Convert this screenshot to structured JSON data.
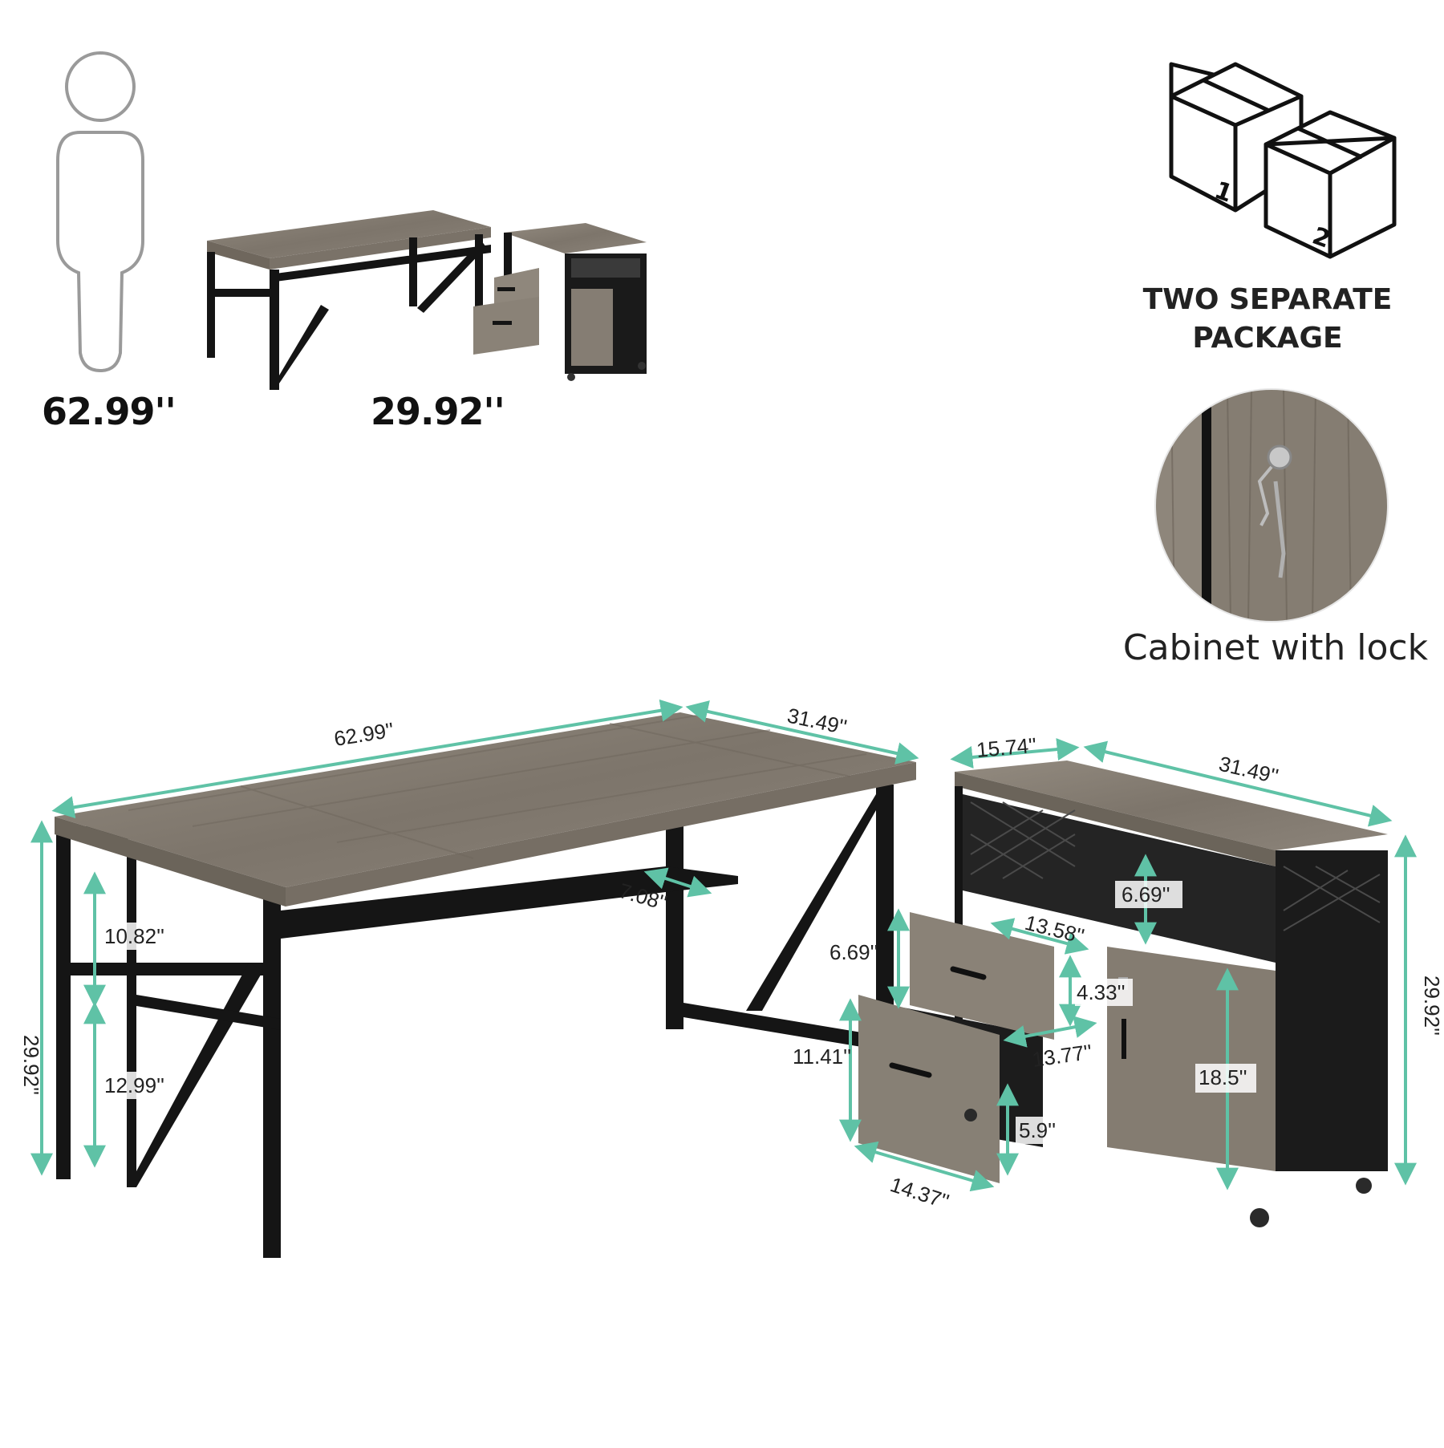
{
  "person_scale": {
    "height_label": "62.99''",
    "desk_height_label": "29.92''"
  },
  "package": {
    "box1_number": "1",
    "box2_number": "2",
    "caption_line1": "TWO SEPARATE",
    "caption_line2": "PACKAGE"
  },
  "lock_detail": {
    "caption": "Cabinet with lock"
  },
  "desk_dims": {
    "length": "62.99''",
    "depth": "31.49''",
    "height": "29.92''",
    "shelf_depth": "7.08''",
    "upper_shelf_height": "10.82''",
    "lower_shelf_height": "12.99''"
  },
  "cabinet_dims": {
    "depth": "15.74''",
    "width": "31.49''",
    "height": "29.92''",
    "open_shelf_height": "6.69''",
    "top_drawer_height": "6.69''",
    "top_drawer_depth": "13.58''",
    "top_drawer_inner_height": "4.33''",
    "file_drawer_height": "11.41''",
    "file_drawer_depth": "13.77''",
    "file_drawer_width": "14.37''",
    "file_drawer_inner_height": "5.9''",
    "door_height": "18.5''"
  },
  "colors": {
    "wood": "#8a8277",
    "wood_dark": "#6f675d",
    "frame": "#141414",
    "dimension": "#5fc2a6"
  }
}
